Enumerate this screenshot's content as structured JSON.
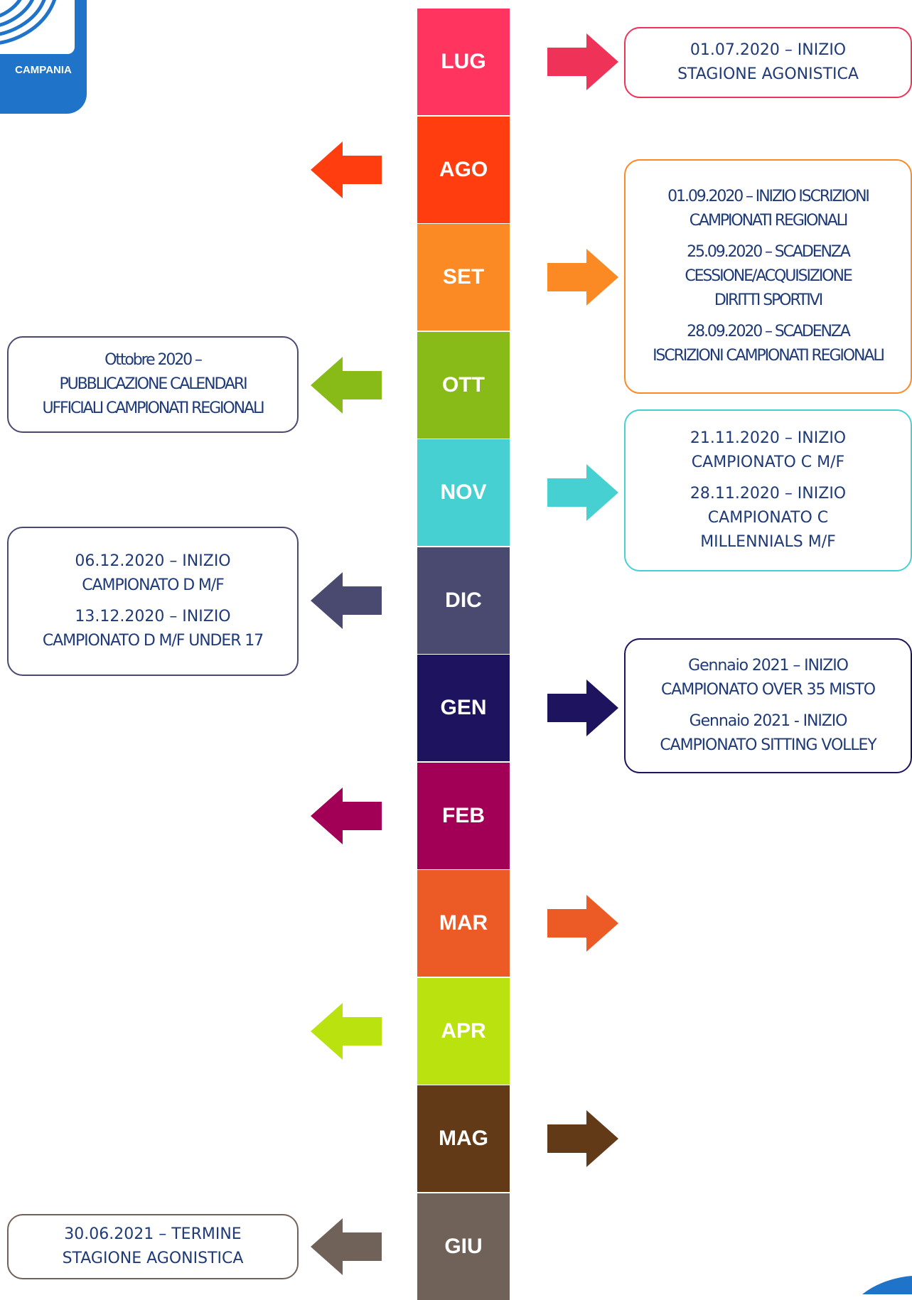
{
  "logo": {
    "label": "CAMPANIA"
  },
  "months": [
    {
      "label": "LUG",
      "color": "#ff3560",
      "arrow_side": "right",
      "arrow_color": "#ee3258",
      "note_index": 0
    },
    {
      "label": "AGO",
      "color": "#ff3d0f",
      "arrow_side": "left",
      "arrow_color": "#ff3d0f"
    },
    {
      "label": "SET",
      "color": "#fc8a24",
      "arrow_side": "right",
      "arrow_color": "#fc8a24",
      "note_index": 1
    },
    {
      "label": "OTT",
      "color": "#88bb18",
      "arrow_side": "left",
      "arrow_color": "#88bb18",
      "note_index": 2
    },
    {
      "label": "NOV",
      "color": "#47d0d2",
      "arrow_side": "right",
      "arrow_color": "#47d0d2",
      "note_index": 3
    },
    {
      "label": "DIC",
      "color": "#4a4970",
      "arrow_side": "left",
      "arrow_color": "#4a4970",
      "note_index": 4
    },
    {
      "label": "GEN",
      "color": "#1e135e",
      "arrow_side": "right",
      "arrow_color": "#1e135e",
      "note_index": 5
    },
    {
      "label": "FEB",
      "color": "#a10056",
      "arrow_side": "left",
      "arrow_color": "#a10056"
    },
    {
      "label": "MAR",
      "color": "#ec5b26",
      "arrow_side": "right",
      "arrow_color": "#ec5b26"
    },
    {
      "label": "APR",
      "color": "#b9e20e",
      "arrow_side": "left",
      "arrow_color": "#b9e20e"
    },
    {
      "label": "MAG",
      "color": "#633a18",
      "arrow_side": "right",
      "arrow_color": "#633a18"
    },
    {
      "label": "GIU",
      "color": "#706259",
      "arrow_side": "left",
      "arrow_color": "#706259",
      "note_index": 6
    }
  ],
  "notes": [
    {
      "border_color": "#ee3258",
      "paragraphs": [
        [
          "01.07.2020 – INIZIO",
          "STAGIONE AGONISTICA"
        ]
      ]
    },
    {
      "border_color": "#fc8a24",
      "paragraphs": [
        [
          "01.09.2020 – INIZIO ISCRIZIONI",
          "CAMPIONATI REGIONALI"
        ],
        [
          "25.09.2020 – SCADENZA",
          "CESSIONE/ACQUISIZIONE",
          "DIRITTI SPORTIVI"
        ],
        [
          "28.09.2020 – SCADENZA",
          "ISCRIZIONI CAMPIONATI REGIONALI"
        ]
      ]
    },
    {
      "border_color": "#4a4970",
      "paragraphs": [
        [
          "Ottobre 2020 –",
          "PUBBLICAZIONE CALENDARI",
          "UFFICIALI CAMPIONATI REGIONALI"
        ]
      ]
    },
    {
      "border_color": "#47d0d2",
      "paragraphs": [
        [
          "21.11.2020 – INIZIO",
          "CAMPIONATO C M/F"
        ],
        [
          "28.11.2020 – INIZIO",
          "CAMPIONATO C",
          "MILLENNIALS M/F"
        ]
      ]
    },
    {
      "border_color": "#4a4970",
      "paragraphs": [
        [
          "06.12.2020 – INIZIO",
          "CAMPIONATO D M/F"
        ],
        [
          "13.12.2020 – INIZIO",
          "CAMPIONATO D M/F UNDER 17"
        ]
      ]
    },
    {
      "border_color": "#1e135e",
      "paragraphs": [
        [
          "Gennaio 2021 – INIZIO",
          "CAMPIONATO OVER 35 MISTO"
        ],
        [
          "Gennaio 2021 - INIZIO",
          "CAMPIONATO SITTING VOLLEY"
        ]
      ]
    },
    {
      "border_color": "#706259",
      "paragraphs": [
        [
          "30.06.2021 – TERMINE",
          "STAGIONE AGONISTICA"
        ]
      ]
    }
  ]
}
